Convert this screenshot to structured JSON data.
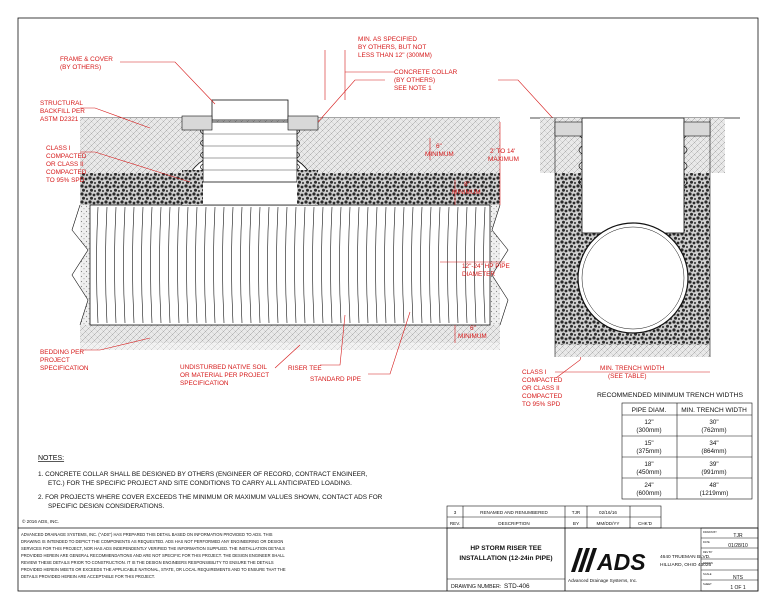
{
  "callouts": {
    "frame_cover": [
      "FRAME & COVER",
      "(BY OTHERS)"
    ],
    "min_specified": [
      "MIN. AS SPECIFIED",
      "BY OTHERS, BUT NOT",
      "LESS THAN 12\" (300MM)"
    ],
    "concrete_collar": [
      "CONCRETE COLLAR",
      "(BY OTHERS)",
      "SEE NOTE 1"
    ],
    "structural_backfill": [
      "STRUCTURAL",
      "BACKFILL PER",
      "ASTM D2321"
    ],
    "class1_left": [
      "CLASS I",
      "COMPACTED",
      "OR CLASS II",
      "COMPACTED",
      "TO 95% SPD"
    ],
    "min_6_top": [
      "6\"",
      "MINIMUM"
    ],
    "range": [
      "2' TO 14'",
      "MAXIMUM"
    ],
    "min_8": [
      "8\"",
      "MINIMUM"
    ],
    "pipe_diameter": [
      "12\"-24\" HP PIPE",
      "DIAMETER"
    ],
    "min_6_bottom": [
      "6\"",
      "MINIMUM"
    ],
    "bedding": [
      "BEDDING PER",
      "PROJECT",
      "SPECIFICATION"
    ],
    "undisturbed": [
      "UNDISTURBED NATIVE SOIL",
      "OR MATERIAL PER PROJECT",
      "SPECIFICATION"
    ],
    "riser_tee": "RISER TEE",
    "standard_pipe": "STANDARD PIPE",
    "class1_right": [
      "CLASS I",
      "COMPACTED",
      "OR CLASS II",
      "COMPACTED",
      "TO 95% SPD"
    ],
    "trench_width": [
      "MIN. TRENCH WIDTH",
      "(SEE TABLE)"
    ]
  },
  "table": {
    "title": "RECOMMENDED MINIMUM TRENCH WIDTHS",
    "headers": [
      "PIPE DIAM.",
      "MIN. TRENCH WIDTH"
    ],
    "rows": [
      [
        "12\"",
        "(300mm)",
        "30\"",
        "(762mm)"
      ],
      [
        "15\"",
        "(375mm)",
        "34\"",
        "(864mm)"
      ],
      [
        "18\"",
        "(450mm)",
        "39\"",
        "(991mm)"
      ],
      [
        "24\"",
        "(600mm)",
        "48\"",
        "(1219mm)"
      ]
    ]
  },
  "notes": {
    "heading": "NOTES:",
    "items": [
      [
        "1.  CONCRETE COLLAR SHALL BE DESIGNED BY OTHERS (ENGINEER OF RECORD, CONTRACT ENGINEER,",
        "ETC.) FOR THE SPECIFIC PROJECT AND SITE CONDITIONS TO CARRY ALL ANTICIPATED LOADING."
      ],
      [
        "2.  FOR PROJECTS WHERE COVER EXCEEDS THE MINIMUM OR MAXIMUM VALUES SHOWN, CONTACT ADS FOR",
        "SPECIFIC DESIGN CONSIDERATIONS."
      ]
    ]
  },
  "copyright": "© 2016 ADS, INC.",
  "disclaimer": [
    "ADVANCED DRAINAGE SYSTEMS, INC. (\"ADS\") HAS PREPARED THIS DETAIL BASED ON INFORMATION PROVIDED TO ADS.  THIS",
    "DRAWING IS INTENDED TO DEPICT THE COMPONENTS AS REQUESTED.  ADS HAS NOT PERFORMED ANY ENGINEERING OR DESIGN",
    "SERVICES FOR THIS PROJECT, NOR HAS ADS INDEPENDENTLY VERIFIED THE INFORMATION SUPPLIED.  THE INSTALLATION DETAILS",
    "PROVIDED HEREIN ARE GENERAL RECOMMENDATIONS AND ARE NOT SPECIFIC FOR THIS PROJECT.  THE DESIGN ENGINEER SHALL",
    "REVIEW THESE DETAILS PRIOR TO CONSTRUCTION.  IT IS THE DESIGN ENGINEERS RESPONSIBILITY TO ENSURE THE DETAILS",
    "PROVIDED HEREIN MEETS OR EXCEEDS THE APPLICABLE NATIONAL, STATE, OR LOCAL REQUIREMENTS AND TO ENSURE THAT THE",
    "DETAILS PROVIDED HEREIN ARE ACCEPTABLE FOR THIS PROJECT."
  ],
  "revisions": {
    "row": [
      "3",
      "RENAMED AND RENUMBERED",
      "TJR",
      "02/16/16",
      ""
    ],
    "headers": [
      "REV.",
      "DESCRIPTION",
      "BY",
      "MM/DD/YY",
      "CHK'D"
    ]
  },
  "title_block": {
    "title": [
      "HP STORM RISER TEE",
      "INSTALLATION (12-24in PIPE)"
    ],
    "drawing_number_label": "DRAWING NUMBER:",
    "drawing_number": "STD-406",
    "logo": "ADS",
    "company": "Advanced Drainage Systems, Inc.",
    "address": [
      "4640 TRUEMAN BLVD.",
      "HILLIARD, OHIO 43026"
    ],
    "fields": [
      {
        "label": "DRAWN BY",
        "value": "TJR"
      },
      {
        "label": "DATE",
        "value": "01/28/10"
      },
      {
        "label": "REV BY",
        "value": ""
      },
      {
        "label": "DRAWN",
        "value": ""
      },
      {
        "label": "SCALE",
        "value": "NTS"
      },
      {
        "label": "SHEET",
        "value": "1 OF 1"
      }
    ]
  },
  "colors": {
    "callout": "#d61a1a",
    "line": "#111111",
    "backfill": "#e4e4e4",
    "stone": "#2b2b2b"
  }
}
